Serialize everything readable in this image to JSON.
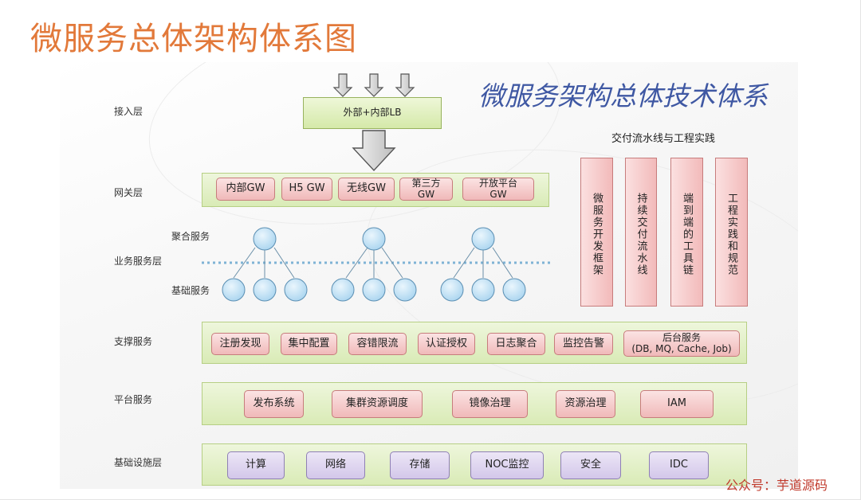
{
  "page_title": "微服务总体架构体系图",
  "slide_title": "微服务架构总体技术体系",
  "layers": {
    "access": "接入层",
    "gateway": "网关层",
    "business": "业务服务层",
    "support": "支撑服务",
    "platform": "平台服务",
    "infra": "基础设施层"
  },
  "sublabels": {
    "aggregate": "聚合服务",
    "basic": "基础服务"
  },
  "access_lb": "外部+内部LB",
  "gateway_nodes": [
    "内部GW",
    "H5 GW",
    "无线GW",
    "第三方\nGW",
    "开放平台\nGW"
  ],
  "support_nodes": [
    "注册发现",
    "集中配置",
    "容错限流",
    "认证授权",
    "日志聚合",
    "监控告警",
    "后台服务\n(DB, MQ, Cache, Job)"
  ],
  "platform_nodes": [
    "发布系统",
    "集群资源调度",
    "镜像治理",
    "资源治理",
    "IAM"
  ],
  "infra_nodes": [
    "计算",
    "网络",
    "存储",
    "NOC监控",
    "安全",
    "IDC"
  ],
  "practice": {
    "title": "交付流水线与工程实践",
    "columns": [
      "微服务开发框架",
      "持续交付流水线",
      "端到端的工具链",
      "工程实践和规范"
    ]
  },
  "watermark": "公众号：芋道源码",
  "colors": {
    "title_orange": "#e2793a",
    "slide_title_blue": "#3f58a3",
    "band_green": "#d9ebb6",
    "node_pink": "#f0b9b9",
    "node_purple": "#d3c7ea",
    "circle_blue": "#bfe0f3",
    "arrow_gray": "#c8c8c8"
  }
}
